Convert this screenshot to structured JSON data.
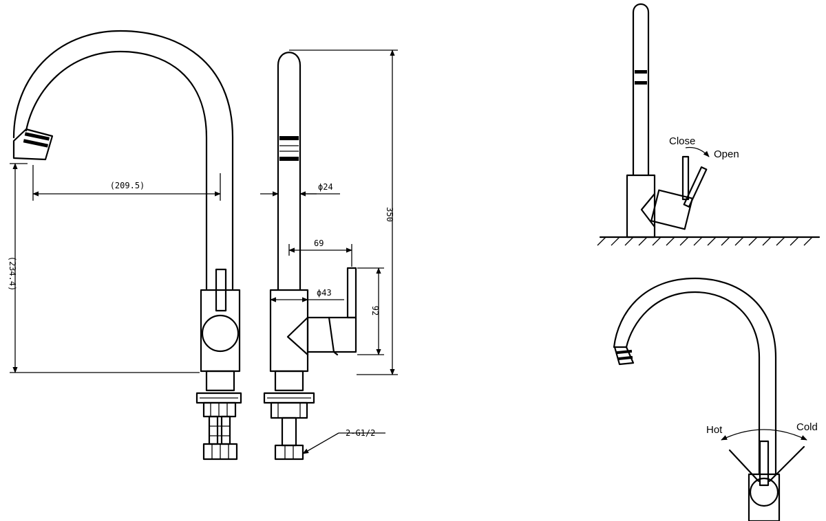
{
  "dimensions": {
    "reach": "(209.5)",
    "spout_height": "(234.4)",
    "total_height": "350",
    "tube_diameter": "ϕ24",
    "body_diameter": "ϕ43",
    "handle_offset": "69",
    "handle_height": "92",
    "connection": "2-G1/2"
  },
  "labels": {
    "close": "Close",
    "open": "Open",
    "hot": "Hot",
    "cold": "Cold"
  }
}
